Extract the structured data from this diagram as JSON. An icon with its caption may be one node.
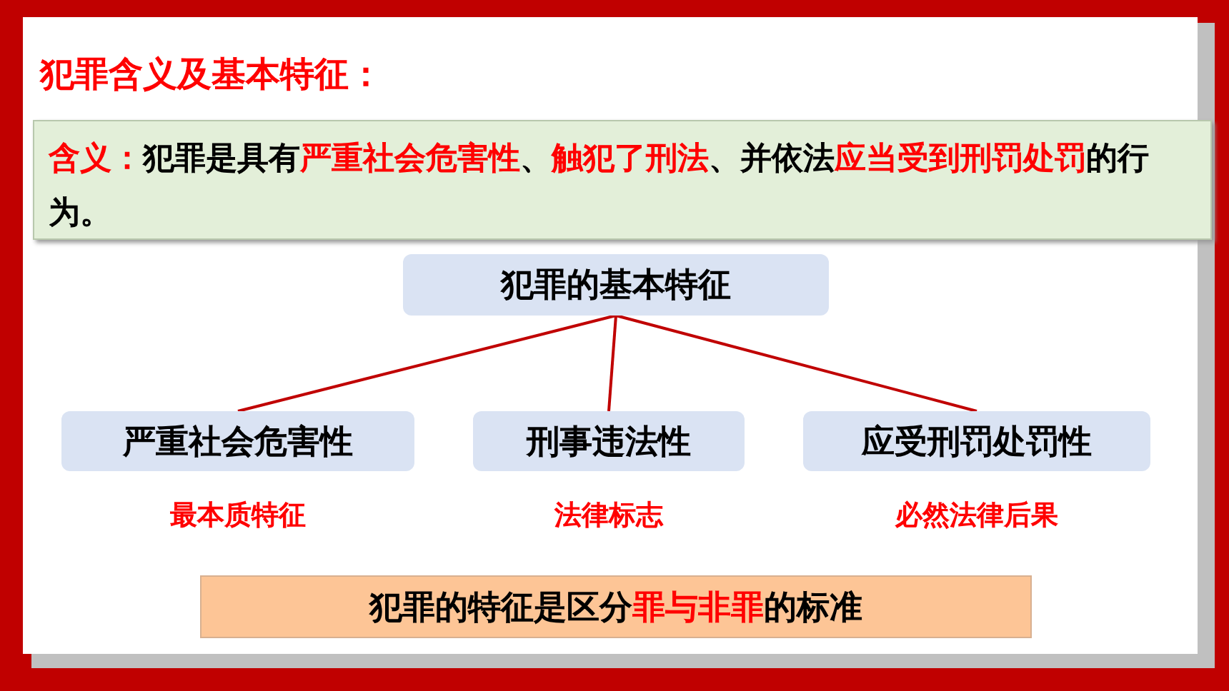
{
  "diagram": {
    "title": "犯罪含义及基本特征：",
    "nodes": [
      {
        "text": [
          "**含义：**犯罪是具有**严重社会危害性**、**触犯了刑法**、并依法**应当受到刑罚处罚**的行为。"
        ]
      },
      {
        "text": [
          "犯罪的基本特征"
        ]
      },
      {
        "text": [
          "严重社会危害性"
        ],
        "beside": [
          "最本质特征"
        ]
      },
      {
        "text": [
          "刑事违法性"
        ],
        "beside": [
          "法律标志"
        ]
      },
      {
        "text": [
          "应受刑罚处罚性"
        ],
        "beside": [
          "必然法律后果"
        ]
      },
      {
        "text": [
          "犯罪的特征是区分**罪与非罪**的标准"
        ]
      }
    ],
    "edges": [
      {
        "from": 1,
        "to": 2,
        "arrow": "none",
        "color": "#c00000"
      },
      {
        "from": 1,
        "to": 3,
        "arrow": "none",
        "color": "#c00000"
      },
      {
        "from": 1,
        "to": 4,
        "arrow": "none",
        "color": "#c00000"
      }
    ]
  }
}
